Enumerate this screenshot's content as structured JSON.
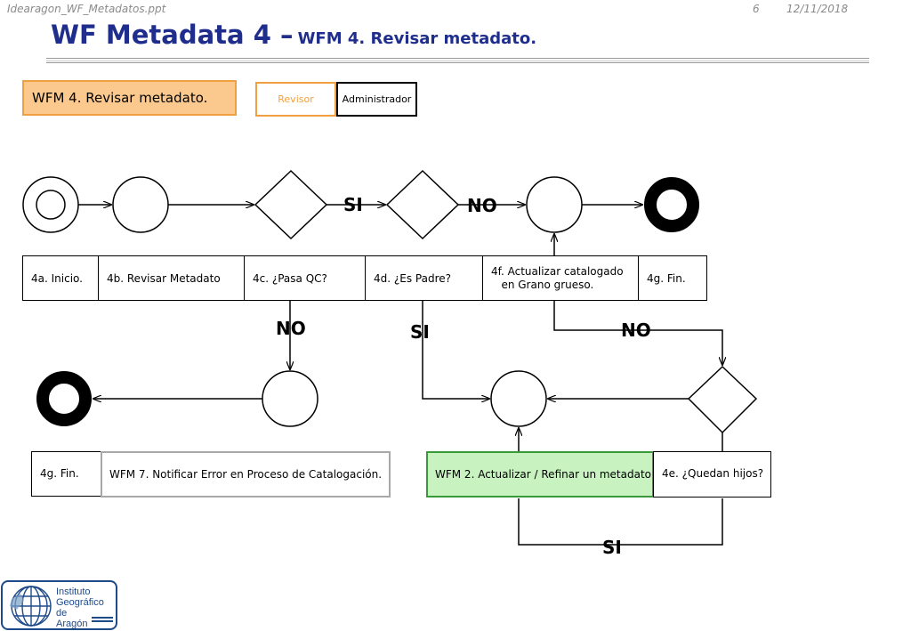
{
  "header": {
    "filename": "Idearagon_WF_Metadatos.ppt",
    "page": "6",
    "date": "12/11/2018"
  },
  "title": {
    "main": "WF Metadata 4 –",
    "sub": "WFM 4. Revisar metadato."
  },
  "legend": {
    "process": "WFM 4. Revisar metadato.",
    "role_revisor": "Revisor",
    "role_admin": "Administrador"
  },
  "steps": {
    "s4a": "4a. Inicio.",
    "s4b": "4b. Revisar Metadato",
    "s4c": "4c. ¿Pasa QC?",
    "s4d": "4d. ¿Es Padre?",
    "s4f": "4f. Actualizar catalogado\n   en Grano grueso.",
    "s4g": "4g. Fin.",
    "s4g_error": "4g. Fin.",
    "wfm7": "WFM 7. Notificar Error en Proceso de Catalogación.",
    "wfm2": "WFM 2. Actualizar / Refinar un metadato",
    "s4e": "4e. ¿Quedan hijos?"
  },
  "decisions": {
    "si_top": "SI",
    "no_top": "NO",
    "no_qc": "NO",
    "si_padre": "SI",
    "no_hijos": "NO",
    "si_hijos": "SI"
  },
  "logo": {
    "line1": "Instituto",
    "line2": "Geográfico de",
    "line3": "Aragón"
  },
  "colors": {
    "title": "#1f2e8c",
    "legend_fill": "#fbc98e",
    "legend_border": "#f0a040",
    "wfm2_fill": "#c8f2c0",
    "wfm2_border": "#3a9a3a",
    "logo": "#1f4a8a"
  }
}
